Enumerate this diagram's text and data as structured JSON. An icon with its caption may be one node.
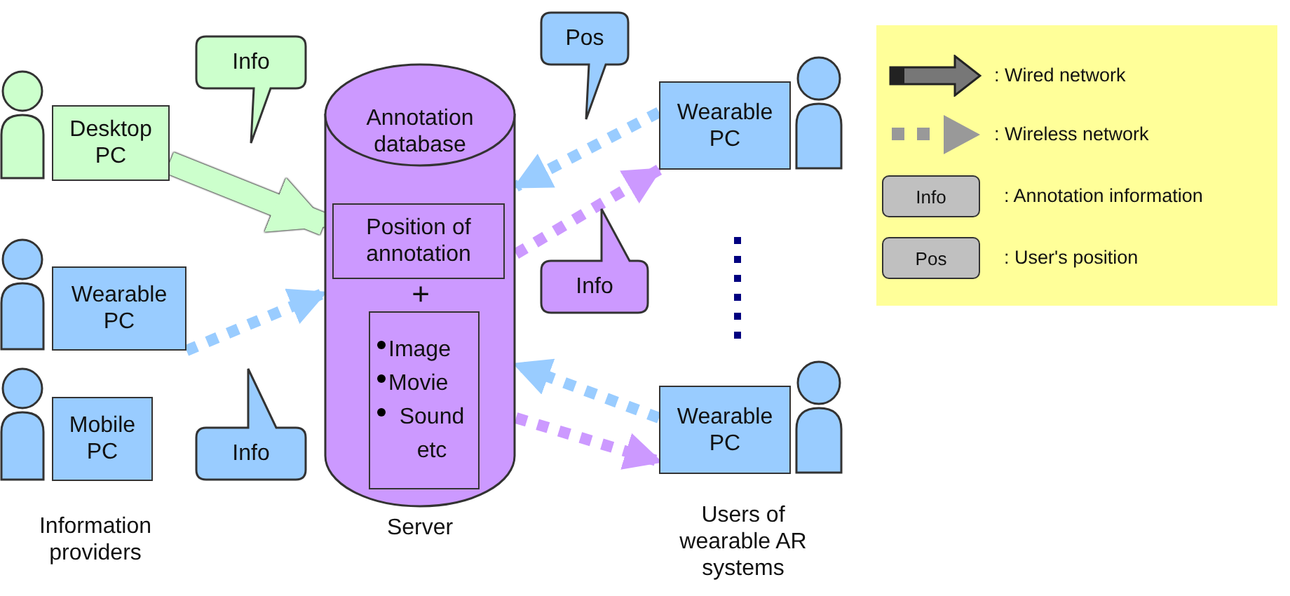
{
  "diagram": {
    "nodes": [
      {
        "text": [],
        "shape": "person"
      },
      {
        "text": [
          "Desktop PC"
        ]
      },
      {
        "text": [],
        "shape": "person"
      },
      {
        "text": [
          "Wearable PC"
        ]
      },
      {
        "text": [],
        "shape": "person"
      },
      {
        "text": [
          "Mobile PC"
        ]
      },
      {
        "text": [
          "Info"
        ]
      },
      {
        "text": [
          "Info"
        ]
      },
      {
        "text": [
          "Annotation database"
        ],
        "beside": [
          "Server"
        ]
      },
      {
        "text": [
          "Position of annotation"
        ],
        "in": 8
      },
      {
        "text": [
          "Image",
          "Movie",
          "Sound etc"
        ],
        "in": 8
      },
      {
        "text": [
          "Pos"
        ]
      },
      {
        "text": [
          "Info"
        ]
      },
      {
        "text": [
          "Wearable PC"
        ]
      },
      {
        "text": [],
        "shape": "person"
      },
      {
        "text": [
          "Wearable PC"
        ]
      },
      {
        "text": [],
        "shape": "person"
      }
    ],
    "edges": [
      {
        "from": 1,
        "to": 8,
        "arrow": "to",
        "style": "thick",
        "color": "#ccffcc"
      },
      {
        "from": 3,
        "to": 8,
        "arrow": "to",
        "style": "dashed",
        "color": "#99ccff"
      },
      {
        "from": 13,
        "to": 8,
        "arrow": "to",
        "style": "dashed",
        "color": "#99ccff"
      },
      {
        "from": 8,
        "to": 13,
        "arrow": "to",
        "style": "dashed",
        "color": "#cc99ff"
      },
      {
        "from": 15,
        "to": 8,
        "arrow": "to",
        "style": "dashed",
        "color": "#99ccff"
      },
      {
        "from": 8,
        "to": 15,
        "arrow": "to",
        "style": "dashed",
        "color": "#cc99ff"
      }
    ],
    "labels": [
      "Info",
      "Pos",
      "+",
      "Information providers",
      "Users of wearable AR systems"
    ],
    "legend": [
      {
        "text": ": Wired network"
      },
      {
        "text": ": Wireless network"
      },
      {
        "text": ": Annotation information"
      },
      {
        "text": ": User's position"
      }
    ]
  }
}
